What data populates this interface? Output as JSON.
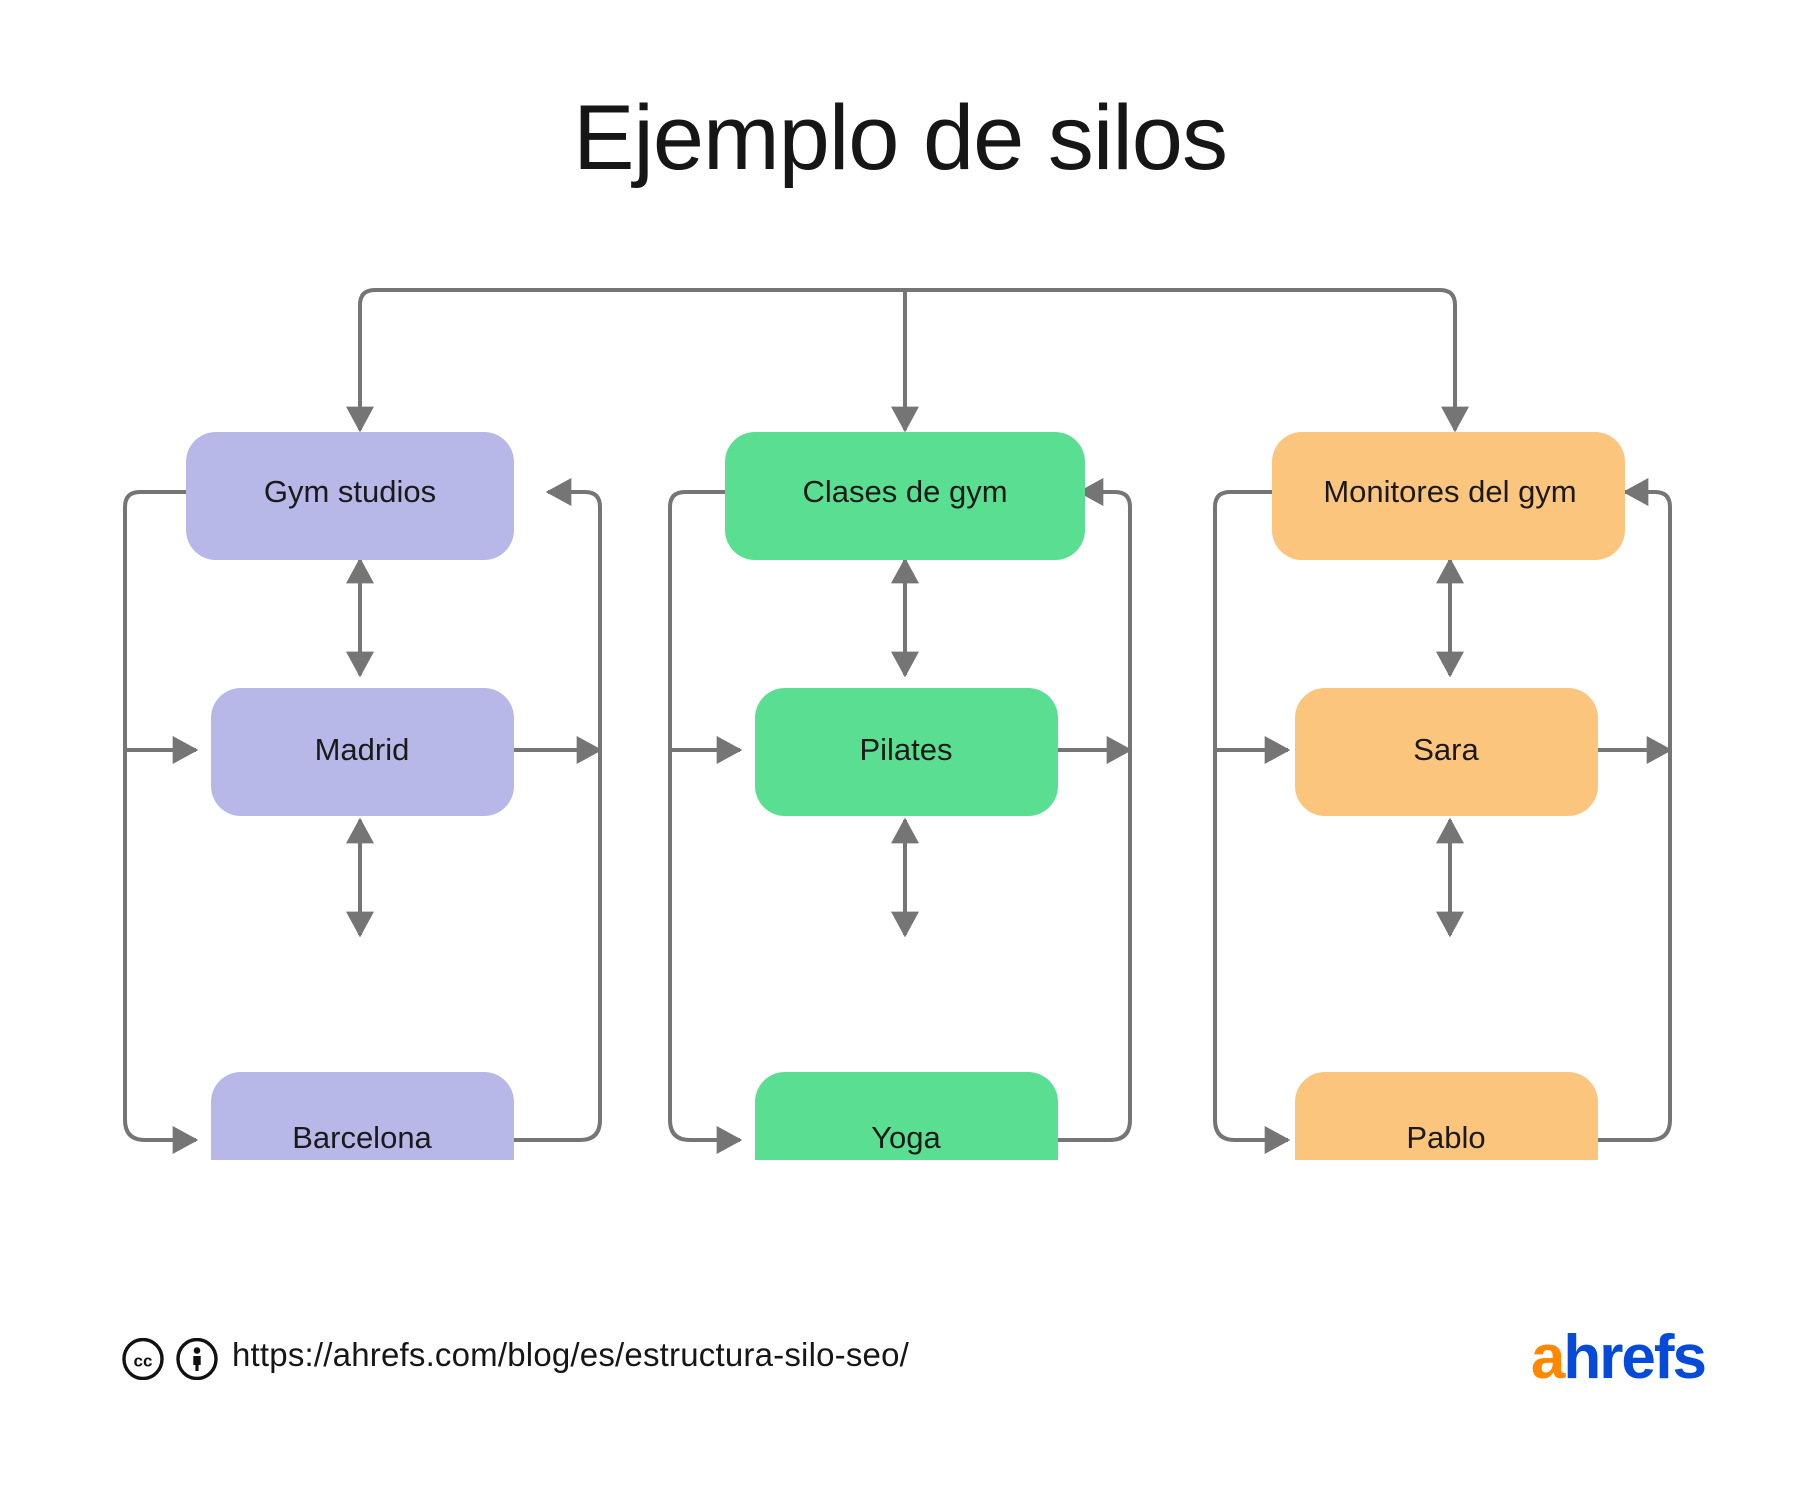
{
  "title": "Ejemplo de silos",
  "colors": {
    "purple": "#b7b7e8",
    "green": "#5ade92",
    "orange": "#fcc57e",
    "connector": "#757575",
    "text": "#1a1a1a",
    "brand_orange": "#ff8800",
    "brand_blue": "#054ad8",
    "background": "#ffffff"
  },
  "diagram": {
    "type": "silo-structure",
    "silos": [
      {
        "id": "silo-gym-studios",
        "color_key": "purple",
        "hub": {
          "id": "node-gym-studios",
          "label": "Gym studios"
        },
        "children": [
          {
            "id": "node-madrid",
            "label": "Madrid"
          },
          {
            "id": "node-barcelona",
            "label": "Barcelona"
          }
        ]
      },
      {
        "id": "silo-clases-de-gym",
        "color_key": "green",
        "hub": {
          "id": "node-clases-de-gym",
          "label": "Clases de gym"
        },
        "children": [
          {
            "id": "node-pilates",
            "label": "Pilates"
          },
          {
            "id": "node-yoga",
            "label": "Yoga"
          }
        ]
      },
      {
        "id": "silo-monitores-del-gym",
        "color_key": "orange",
        "hub": {
          "id": "node-monitores-del-gym",
          "label": "Monitores del gym"
        },
        "children": [
          {
            "id": "node-sara",
            "label": "Sara"
          },
          {
            "id": "node-pablo",
            "label": "Pablo"
          }
        ]
      }
    ]
  },
  "footer": {
    "license_icons": [
      "creative-commons-icon",
      "attribution-icon"
    ],
    "url": "https://ahrefs.com/blog/es/estructura-silo-seo/",
    "brand": {
      "first_letter": "a",
      "rest": "hrefs"
    }
  }
}
